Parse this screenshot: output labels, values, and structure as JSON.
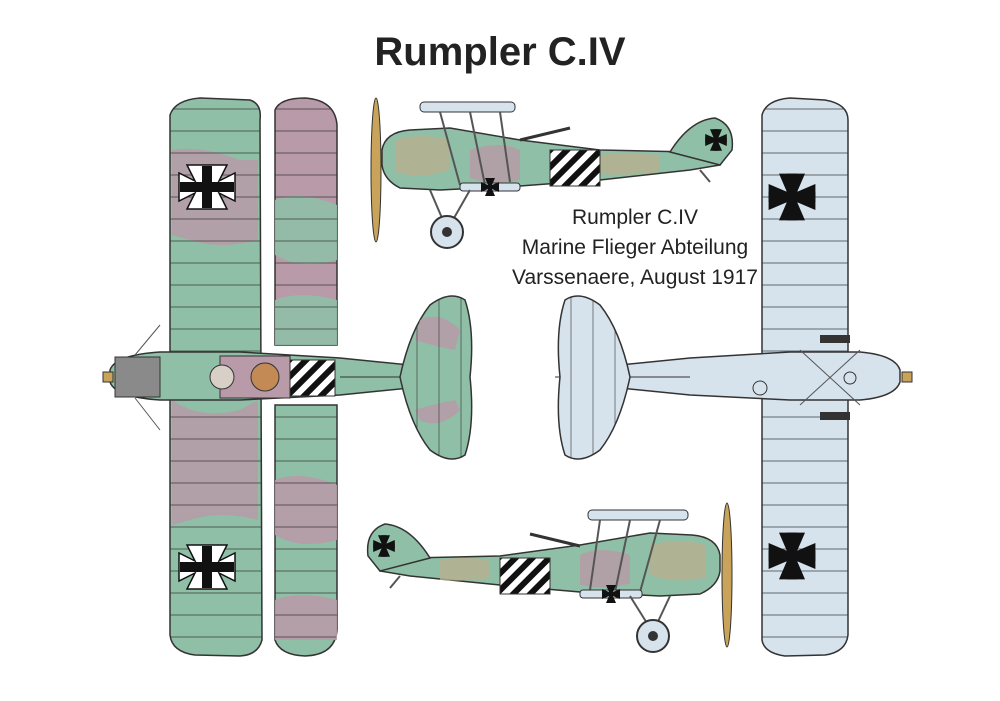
{
  "title": "Rumpler C.IV",
  "caption": {
    "line1": "Rumpler C.IV",
    "line2": "Marine Flieger Abteilung",
    "line3": "Varssenaere, August 1917"
  },
  "colors": {
    "camo_green": "#8fbfa6",
    "camo_mauve": "#b89aa8",
    "camo_khaki": "#b8b08e",
    "underside_blue": "#d6e2ec",
    "cross_black": "#111111",
    "propeller_wood": "#c9a35a",
    "outline": "#333333"
  },
  "views": [
    "top-view",
    "bottom-view",
    "side-view-left",
    "side-view-right"
  ]
}
